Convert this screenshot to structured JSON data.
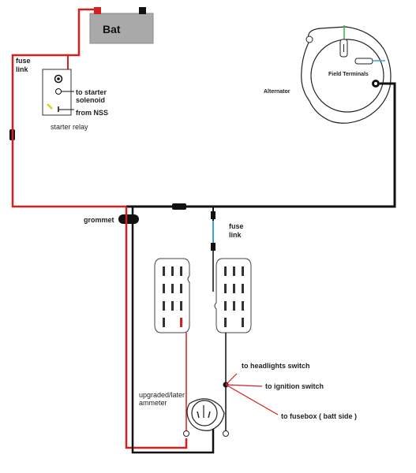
{
  "labels": {
    "battery": "Bat",
    "fuse_link_top": [
      "fuse",
      "link"
    ],
    "to_starter_solenoid": [
      "to starter",
      "solenoid"
    ],
    "from_nss": "from NSS",
    "starter_relay": "starter relay",
    "alternator": "Alternator",
    "field_terminals": "Field Terminals",
    "grommet": "grommet",
    "fuse_link_mid": [
      "fuse",
      "link"
    ],
    "to_headlights_switch": "to headlights switch",
    "to_ignition_switch": "to ignition switch",
    "to_fusebox": "to fusebox ( batt side )",
    "ammeter": [
      "upgraded/later",
      "ammeter"
    ]
  },
  "colors": {
    "hot_wire": "#d42020",
    "ground_wire": "#111111",
    "fuse_link_wire": "#3aa0d8",
    "battery_body": "#a9a9a9",
    "field_green": "#3cb050",
    "field_blue": "#3aa0d8"
  }
}
